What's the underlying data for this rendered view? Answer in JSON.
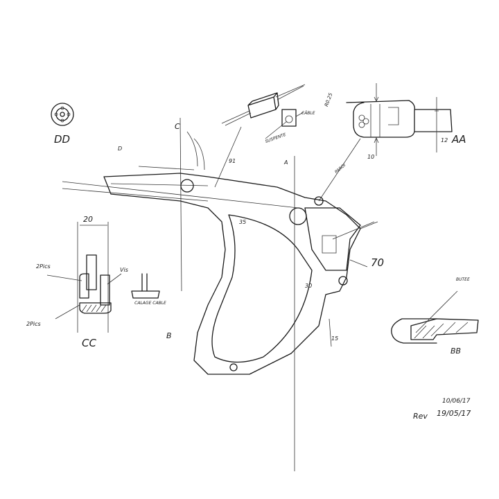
{
  "sections": {
    "dd": "DD",
    "cc": "CC",
    "aa": "AA",
    "bb": "BB"
  },
  "callouts": {
    "two_pics_top": "2Pics",
    "two_pics_bottom": "2Pics",
    "vis": "Vis",
    "calage_cable": "CALAGE CABLE",
    "cable": "CÂBLE",
    "suspente": "SUSPENTE",
    "paroi": "PAROI",
    "butee": "BUTEE",
    "radius": "R0.25"
  },
  "dimensions": {
    "cc_width": "20",
    "aa_height": "12",
    "aa_depth": "10",
    "main_91": "91",
    "main_35": "35",
    "main_30": "30",
    "main_70": "70",
    "main_15": "15"
  },
  "cut_markers": {
    "a": "A",
    "b": "B",
    "c": "C",
    "d": "D"
  },
  "revision": {
    "date1": "10/06/17",
    "rev_label": "Rev",
    "date2": "19/05/17"
  }
}
